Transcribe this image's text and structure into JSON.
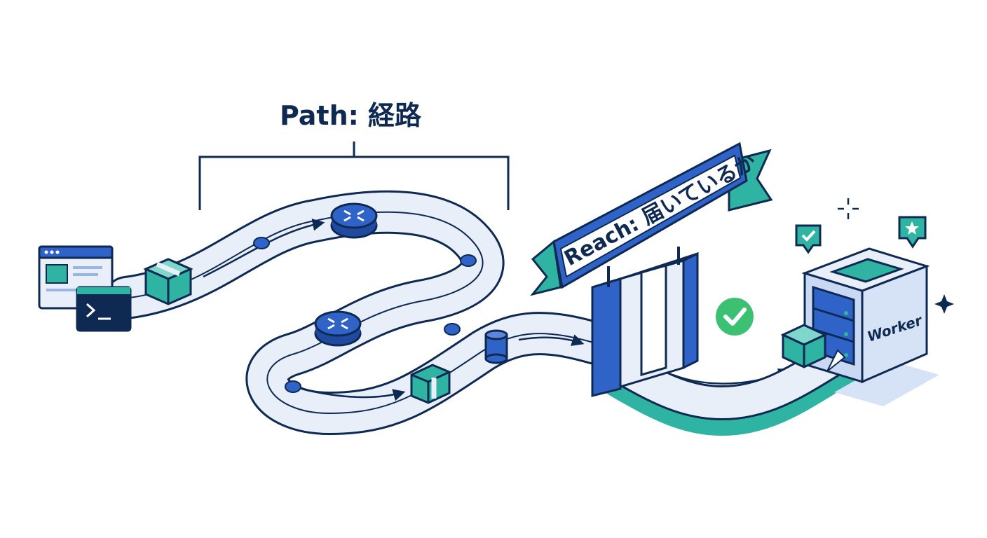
{
  "path_label": "Path: 経路",
  "reach_label": "Reach: 届いているか",
  "worker_label": "Worker",
  "colors": {
    "navy": "#0f2a52",
    "blue": "#2f63c8",
    "light_blue": "#e8eff9",
    "teal": "#2fb3a3",
    "green": "#3cc173",
    "router": "#2f63c8"
  }
}
